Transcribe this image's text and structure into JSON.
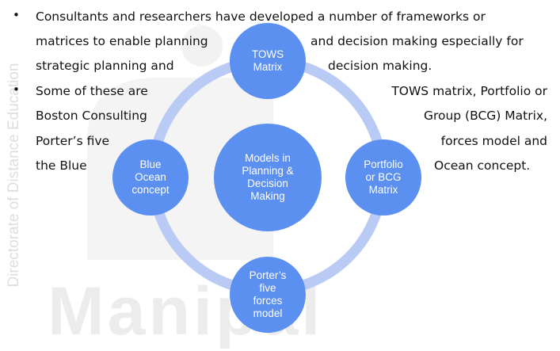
{
  "watermark": {
    "side_text": "Directorate of Distance Education",
    "word": "Manipal"
  },
  "bullets": {
    "b1": {
      "marker": "•",
      "l1": "Consultants and researchers have developed a number of frameworks or",
      "l2a": "matrices to enable planning",
      "l2b": "and decision making especially for",
      "l3a": "strategic planning and",
      "l3b": "decision making."
    },
    "b2": {
      "marker": "•",
      "l1a": "Some of these are",
      "l1b": "TOWS matrix, Portfolio or",
      "l2a": "Boston Consulting",
      "l2b": "Group (BCG) Matrix,",
      "l3a": "Porter’s five",
      "l3b": "forces model and",
      "l4a": "the Blue",
      "l4b": "Ocean concept."
    }
  },
  "diagram": {
    "ring_color": "#b9cbf4",
    "node_color": "#5b8ff0",
    "center": [
      "Models in",
      "Planning &",
      "Decision",
      "Making"
    ],
    "top": [
      "TOWS",
      "Matrix"
    ],
    "right": [
      "Portfolio",
      "or BCG",
      "Matrix"
    ],
    "bottom": [
      "Porter’s",
      "five",
      "forces",
      "model"
    ],
    "left": [
      "Blue",
      "Ocean",
      "concept"
    ]
  }
}
